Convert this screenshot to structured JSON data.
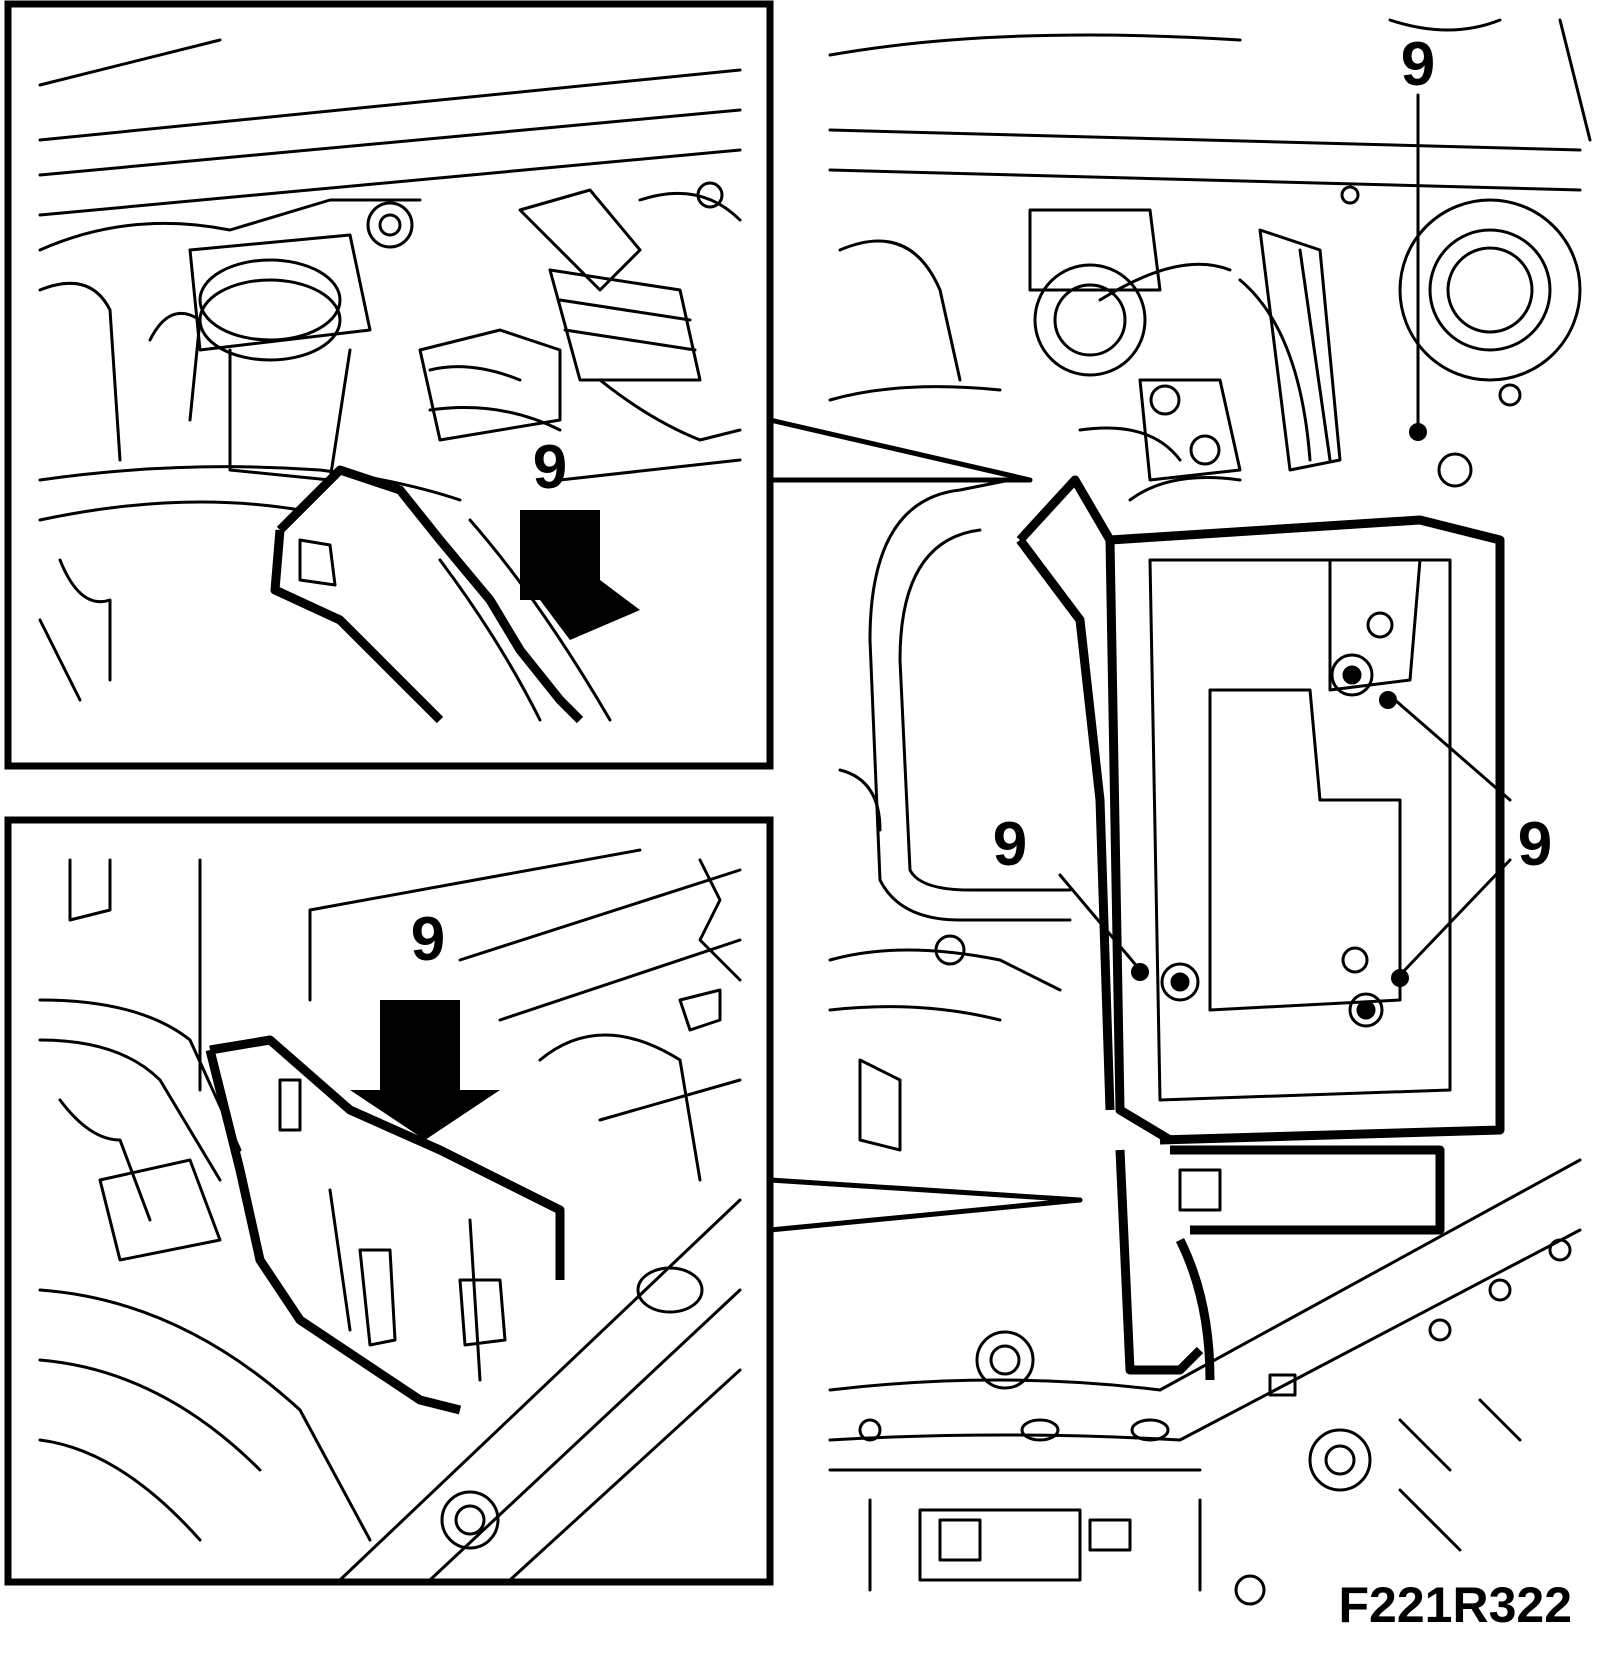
{
  "figure": {
    "code": "F221R322",
    "callouts": [
      "9",
      "9",
      "9",
      "9",
      "9"
    ]
  },
  "colors": {
    "ink": "#000000",
    "paper": "#ffffff"
  },
  "icons": [
    "downward-arrow-icon"
  ]
}
